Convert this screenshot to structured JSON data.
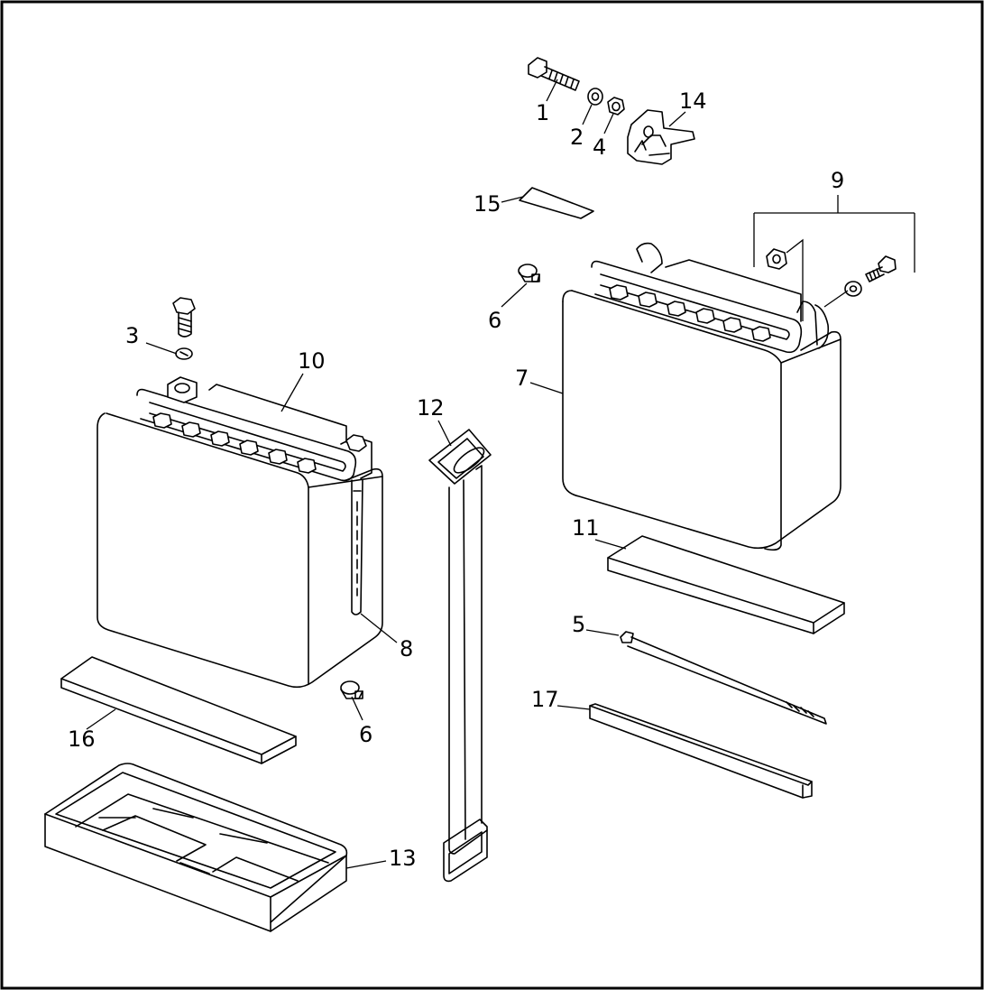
{
  "callouts": [
    {
      "id": "c1",
      "label": "1"
    },
    {
      "id": "c2",
      "label": "2"
    },
    {
      "id": "c4",
      "label": "4"
    },
    {
      "id": "c14",
      "label": "14"
    },
    {
      "id": "c15",
      "label": "15"
    },
    {
      "id": "c9",
      "label": "9"
    },
    {
      "id": "c6a",
      "label": "6"
    },
    {
      "id": "c7",
      "label": "7"
    },
    {
      "id": "c3",
      "label": "3"
    },
    {
      "id": "c10",
      "label": "10"
    },
    {
      "id": "c12",
      "label": "12"
    },
    {
      "id": "c11",
      "label": "11"
    },
    {
      "id": "c5",
      "label": "5"
    },
    {
      "id": "c17",
      "label": "17"
    },
    {
      "id": "c8",
      "label": "8"
    },
    {
      "id": "c16",
      "label": "16"
    },
    {
      "id": "c6b",
      "label": "6"
    },
    {
      "id": "c13",
      "label": "13"
    }
  ]
}
